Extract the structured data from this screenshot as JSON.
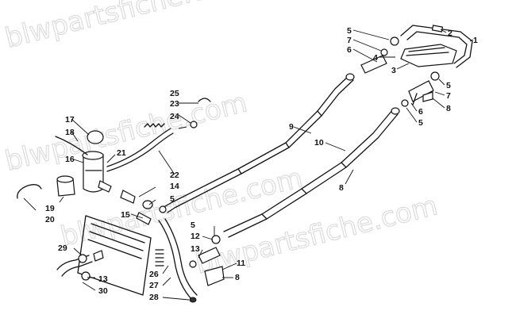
{
  "watermark": {
    "lines": [
      "blwpartsfiche.com",
      "blwpartsfiche.com",
      "blwpartsfiche.com",
      "blwpartsfiche.com"
    ]
  },
  "callouts": {
    "c1": "1",
    "c2": "2",
    "c3": "3",
    "c4": "4",
    "c5a": "5",
    "c5b": "5",
    "c5c": "5",
    "c5d": "5",
    "c5e": "5",
    "c6a": "6",
    "c6b": "6",
    "c7a": "7",
    "c7b": "7",
    "c8a": "8",
    "c8b": "8",
    "c8c": "8",
    "c9": "9",
    "c10": "10",
    "c11": "11",
    "c12": "12",
    "c13a": "13",
    "c13b": "13",
    "c14": "14",
    "c15": "15",
    "c16": "16",
    "c17": "17",
    "c18": "18",
    "c19": "19",
    "c20": "20",
    "c21": "21",
    "c22": "22",
    "c23": "23",
    "c24": "24",
    "c25": "25",
    "c26": "26",
    "c27": "27",
    "c28": "28",
    "c29": "29",
    "c30": "30"
  }
}
